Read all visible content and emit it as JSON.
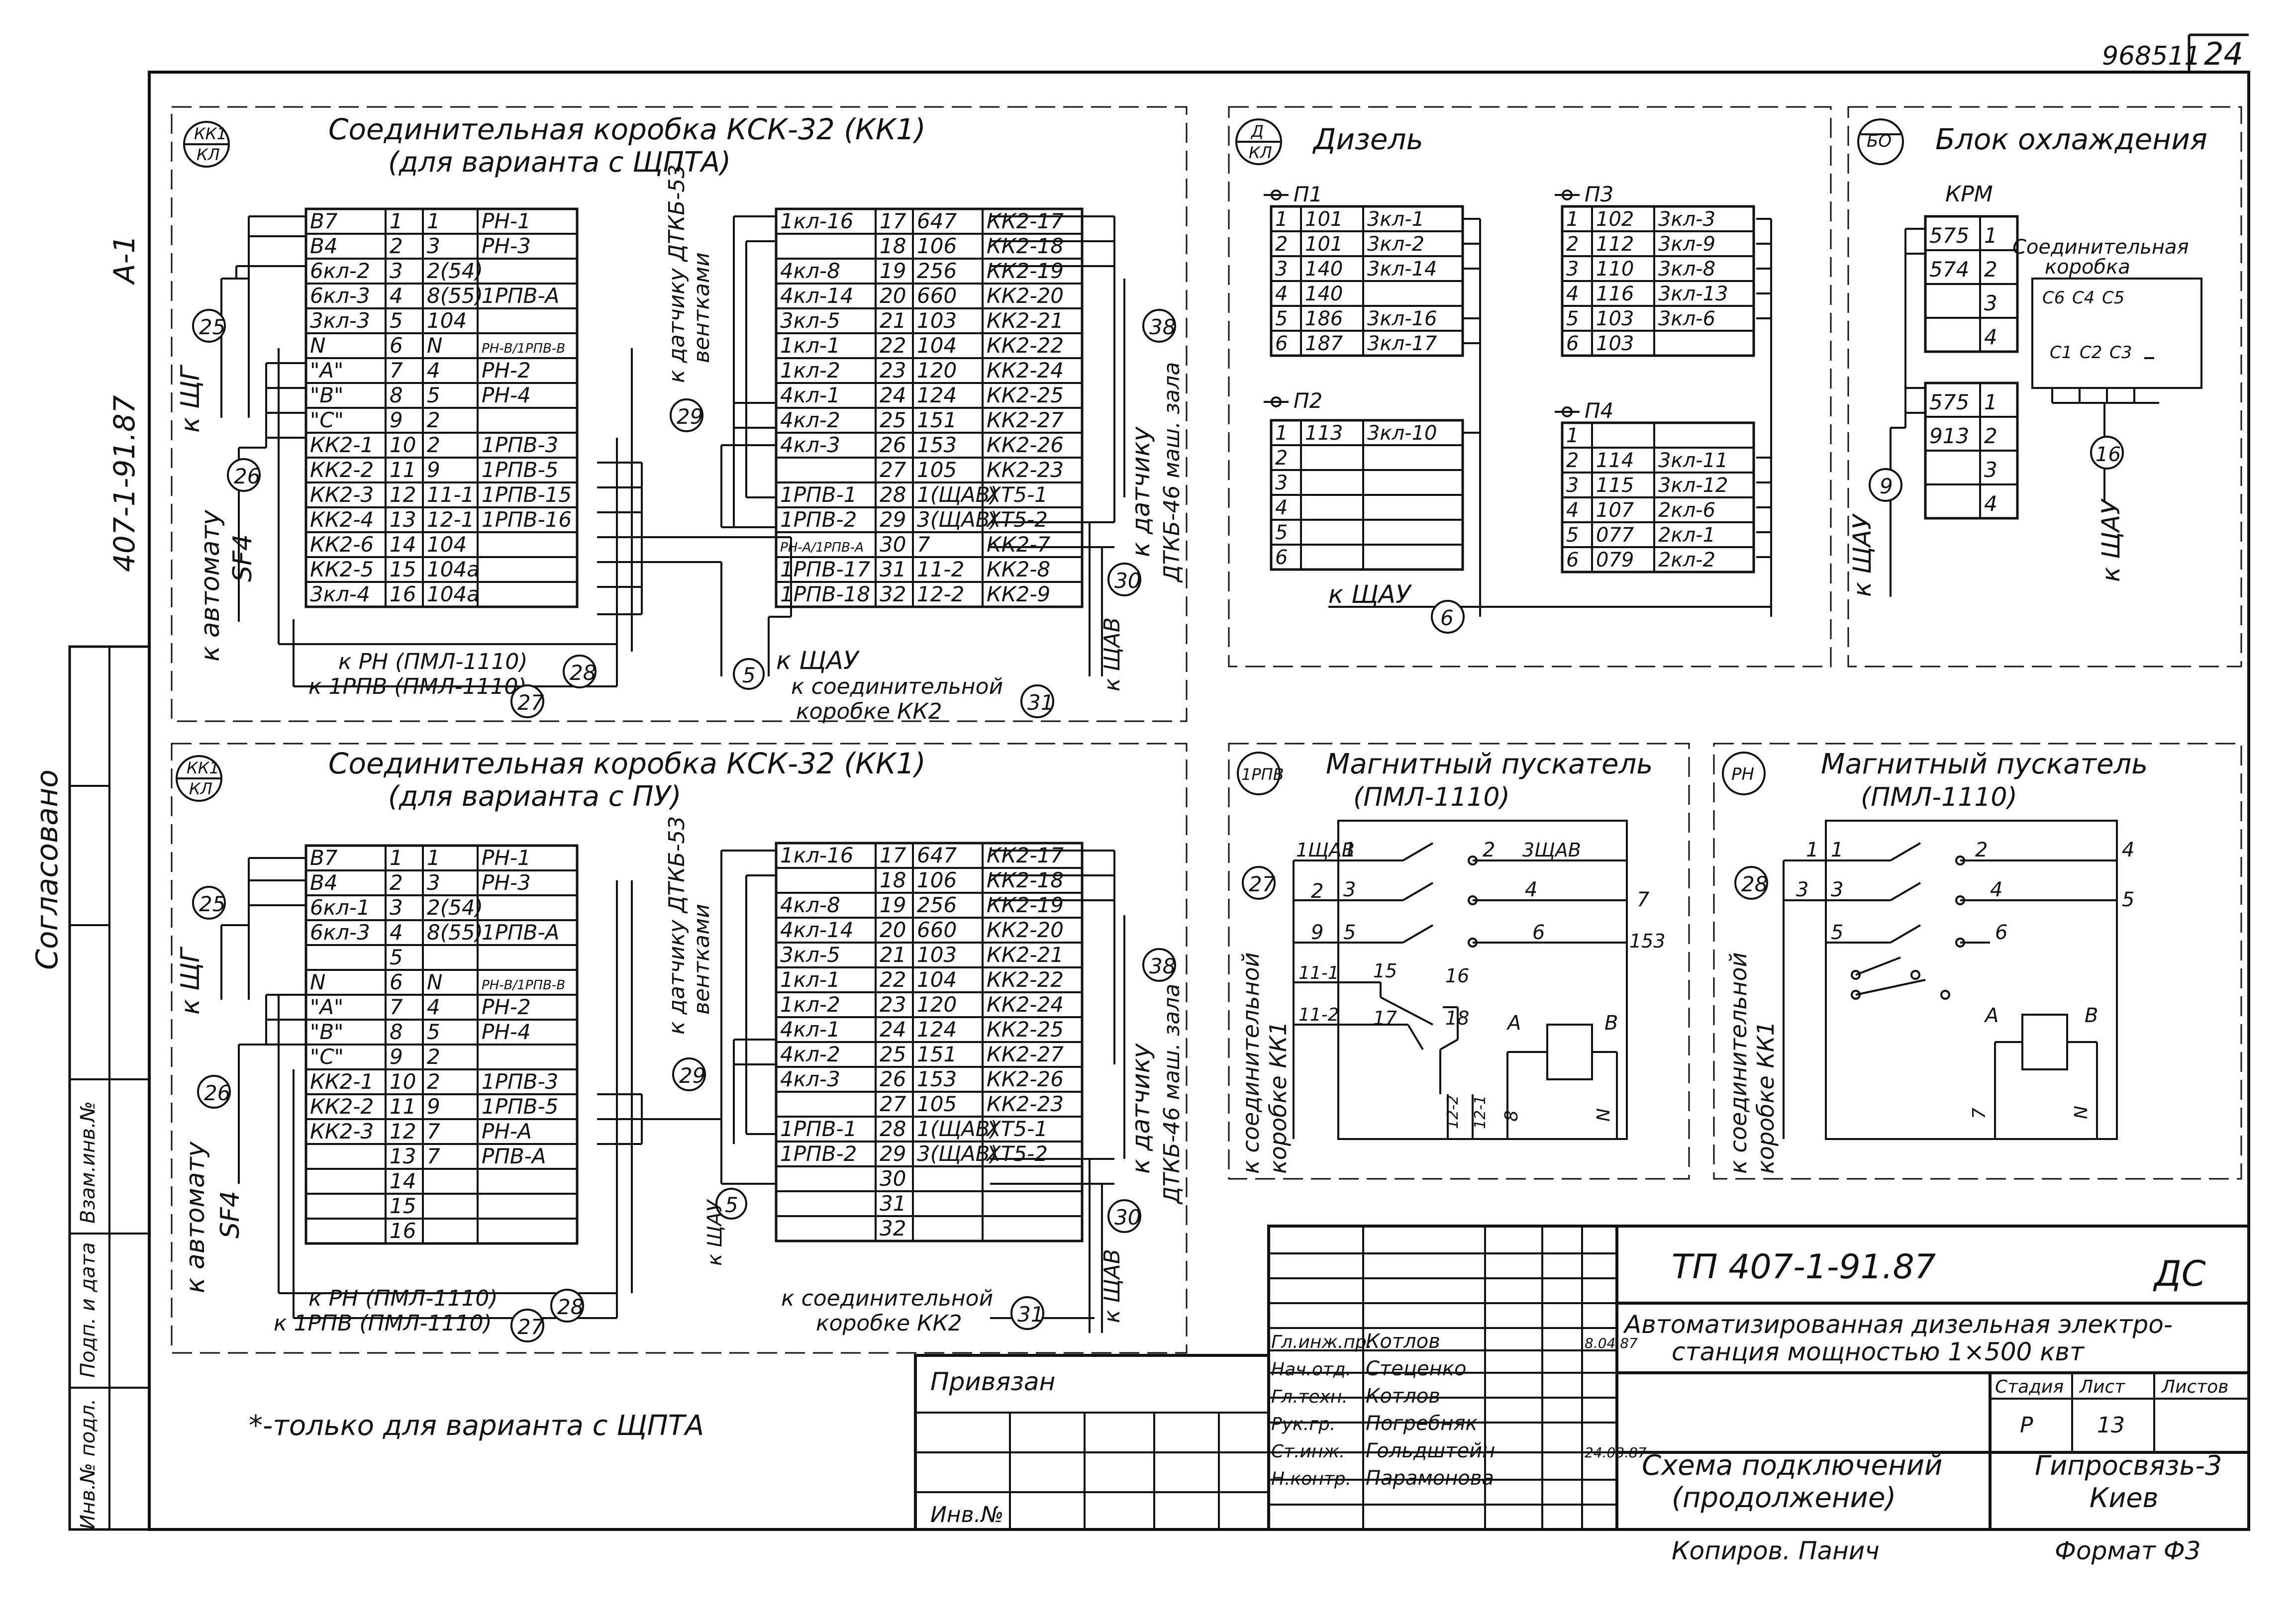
{
  "sheet": {
    "code": "968511",
    "page": "24",
    "side_code": "407-1-91.87",
    "side_sheet": "А-1",
    "soglasovano": "Согласовано",
    "stamp_cols": [
      "Инв.№ подл.",
      "Подп. и дата",
      "Взам.инв.№"
    ]
  },
  "ksk_top": {
    "title": "Соединительная коробка КСК-32 (КК1)",
    "subtitle": "(для варианта с ЩПТА)",
    "badge_top": "КК1",
    "badge_bottom": "КЛ",
    "left_rows": [
      [
        "В7",
        "1",
        "1",
        "РН-1"
      ],
      [
        "В4",
        "2",
        "3",
        "РН-3"
      ],
      [
        "6кл-2",
        "3",
        "2(54)",
        ""
      ],
      [
        "6кл-3",
        "4",
        "8(55)",
        "1РПВ-А"
      ],
      [
        "3кл-3",
        "5",
        "104",
        ""
      ],
      [
        "N",
        "6",
        "N",
        "РН-В/1РПВ-В"
      ],
      [
        "\"А\"",
        "7",
        "4",
        "РН-2"
      ],
      [
        "\"В\"",
        "8",
        "5",
        "РН-4"
      ],
      [
        "\"С\"",
        "9",
        "2",
        ""
      ],
      [
        "КК2-1",
        "10",
        "2",
        "1РПВ-3"
      ],
      [
        "КК2-2",
        "11",
        "9",
        "1РПВ-5"
      ],
      [
        "КК2-3",
        "12",
        "11-1",
        "1РПВ-15"
      ],
      [
        "КК2-4",
        "13",
        "12-1",
        "1РПВ-16"
      ],
      [
        "КК2-6",
        "14",
        "104",
        ""
      ],
      [
        "КК2-5",
        "15",
        "104а",
        ""
      ],
      [
        "3кл-4",
        "16",
        "104а",
        ""
      ]
    ],
    "right_rows": [
      [
        "1кл-16",
        "17",
        "647",
        "КК2-17"
      ],
      [
        "",
        "18",
        "106",
        "КК2-18"
      ],
      [
        "4кл-8",
        "19",
        "256",
        "КК2-19"
      ],
      [
        "4кл-14",
        "20",
        "660",
        "КК2-20"
      ],
      [
        "3кл-5",
        "21",
        "103",
        "КК2-21"
      ],
      [
        "1кл-1",
        "22",
        "104",
        "КК2-22"
      ],
      [
        "1кл-2",
        "23",
        "120",
        "КК2-24"
      ],
      [
        "4кл-1",
        "24",
        "124",
        "КК2-25"
      ],
      [
        "4кл-2",
        "25",
        "151",
        "КК2-27"
      ],
      [
        "4кл-3",
        "26",
        "153",
        "КК2-26"
      ],
      [
        "",
        "27",
        "105",
        "КК2-23"
      ],
      [
        "1РПВ-1",
        "28",
        "1(ЩАВ)",
        "ХТ5-1"
      ],
      [
        "1РПВ-2",
        "29",
        "3(ЩАВ)",
        "ХТ5-2"
      ],
      [
        "РН-А/1РПВ-А",
        "30",
        "7",
        "КК2-7"
      ],
      [
        "1РПВ-17",
        "31",
        "11-2",
        "КК2-8"
      ],
      [
        "1РПВ-18",
        "32",
        "12-2",
        "КК2-9"
      ]
    ],
    "labels": {
      "k_shchg": "к ЩГ",
      "n25": "25",
      "n26": "26",
      "k_avt": "к автомату",
      "sf4": "SF4",
      "k_dat1": "к датчику ДТКБ-53",
      "vent": "вентками",
      "n29": "29",
      "n38": "38",
      "k_dat2": "к датчику",
      "dtkb46": "ДТКБ-46 маш. зала",
      "n30": "30",
      "k_shchav": "к ЩАВ",
      "k_rn": "к РН (ПМЛ-1110)",
      "n28": "28",
      "k_1rpv": "к 1РПВ (ПМЛ-1110)",
      "n27": "27",
      "n5": "5",
      "k_shchau": "к ЩАУ",
      "k_soed": "к соединительной",
      "korobke": "коробке КК2",
      "n31": "31"
    }
  },
  "ksk_bot": {
    "title": "Соединительная коробка КСК-32 (КК1)",
    "subtitle": "(для варианта с ПУ)",
    "badge_top": "КК1",
    "badge_bottom": "КЛ",
    "left_rows": [
      [
        "В7",
        "1",
        "1",
        "РН-1"
      ],
      [
        "В4",
        "2",
        "3",
        "РН-3"
      ],
      [
        "6кл-1",
        "3",
        "2(54)",
        ""
      ],
      [
        "6кл-3",
        "4",
        "8(55)",
        "1РПВ-А"
      ],
      [
        "",
        "5",
        "",
        ""
      ],
      [
        "N",
        "6",
        "N",
        "РН-В/1РПВ-В"
      ],
      [
        "\"А\"",
        "7",
        "4",
        "РН-2"
      ],
      [
        "\"В\"",
        "8",
        "5",
        "РН-4"
      ],
      [
        "\"С\"",
        "9",
        "2",
        ""
      ],
      [
        "КК2-1",
        "10",
        "2",
        "1РПВ-3"
      ],
      [
        "КК2-2",
        "11",
        "9",
        "1РПВ-5"
      ],
      [
        "КК2-3",
        "12",
        "7",
        "РН-А"
      ],
      [
        "",
        "13",
        "7",
        "РПВ-А"
      ],
      [
        "",
        "14",
        "",
        ""
      ],
      [
        "",
        "15",
        "",
        ""
      ],
      [
        "",
        "16",
        "",
        ""
      ]
    ],
    "right_rows": [
      [
        "1кл-16",
        "17",
        "647",
        "КК2-17"
      ],
      [
        "",
        "18",
        "106",
        "КК2-18"
      ],
      [
        "4кл-8",
        "19",
        "256",
        "КК2-19"
      ],
      [
        "4кл-14",
        "20",
        "660",
        "КК2-20"
      ],
      [
        "3кл-5",
        "21",
        "103",
        "КК2-21"
      ],
      [
        "1кл-1",
        "22",
        "104",
        "КК2-22"
      ],
      [
        "1кл-2",
        "23",
        "120",
        "КК2-24"
      ],
      [
        "4кл-1",
        "24",
        "124",
        "КК2-25"
      ],
      [
        "4кл-2",
        "25",
        "151",
        "КК2-27"
      ],
      [
        "4кл-3",
        "26",
        "153",
        "КК2-26"
      ],
      [
        "",
        "27",
        "105",
        "КК2-23"
      ],
      [
        "1РПВ-1",
        "28",
        "1(ЩАВ)",
        "ХТ5-1"
      ],
      [
        "1РПВ-2",
        "29",
        "3(ЩАВ)",
        "ХТ5-2"
      ],
      [
        "",
        "30",
        "",
        ""
      ],
      [
        "",
        "31",
        "",
        ""
      ],
      [
        "",
        "32",
        "",
        ""
      ]
    ],
    "labels": {
      "k_shchg": "к ЩГ",
      "n25": "25",
      "n26": "26",
      "k_avt": "к автомату",
      "sf4": "SF4",
      "k_dat1": "к датчику ДТКБ-53",
      "vent": "вентками",
      "n29": "29",
      "n38": "38",
      "k_dat2": "к датчику",
      "dtkb46": "ДТКБ-46 маш. зала",
      "n30": "30",
      "k_shchav": "к ЩАВ",
      "k_rn": "к РН (ПМЛ-1110)",
      "n28": "28",
      "k_1rpv": "к 1РПВ (ПМЛ-1110)",
      "n27": "27",
      "n5": "5",
      "k_shchau": "к ЩАУ",
      "k_soed": "к соединительной",
      "korobke": "коробке КК2",
      "n31": "31"
    }
  },
  "diesel": {
    "title": "Дизель",
    "badge_top": "Д",
    "badge_bottom": "КЛ",
    "p1": {
      "name": "П1",
      "rows": [
        [
          "1",
          "101",
          "3кл-1"
        ],
        [
          "2",
          "101",
          "3кл-2"
        ],
        [
          "3",
          "140",
          "3кл-14"
        ],
        [
          "4",
          "140",
          ""
        ],
        [
          "5",
          "186",
          "3кл-16"
        ],
        [
          "6",
          "187",
          "3кл-17"
        ]
      ]
    },
    "p2": {
      "name": "П2",
      "rows": [
        [
          "1",
          "113",
          "3кл-10"
        ],
        [
          "2",
          "",
          ""
        ],
        [
          "3",
          "",
          ""
        ],
        [
          "4",
          "",
          ""
        ],
        [
          "5",
          "",
          ""
        ],
        [
          "6",
          "",
          ""
        ]
      ]
    },
    "p3": {
      "name": "П3",
      "rows": [
        [
          "1",
          "102",
          "3кл-3"
        ],
        [
          "2",
          "112",
          "3кл-9"
        ],
        [
          "3",
          "110",
          "3кл-8"
        ],
        [
          "4",
          "116",
          "3кл-13"
        ],
        [
          "5",
          "103",
          "3кл-6"
        ],
        [
          "6",
          "103",
          ""
        ]
      ]
    },
    "p4": {
      "name": "П4",
      "rows": [
        [
          "1",
          "",
          ""
        ],
        [
          "2",
          "114",
          "3кл-11"
        ],
        [
          "3",
          "115",
          "3кл-12"
        ],
        [
          "4",
          "107",
          "2кл-6"
        ],
        [
          "5",
          "077",
          "2кл-1"
        ],
        [
          "6",
          "079",
          "2кл-2"
        ]
      ]
    },
    "k_shchau": "к ЩАУ",
    "n6": "6"
  },
  "cooling": {
    "title": "Блок охлаждения",
    "badge": "БО",
    "krm": "КРМ",
    "t1": [
      [
        "575",
        "1"
      ],
      [
        "574",
        "2"
      ],
      [
        "",
        "3"
      ],
      [
        "",
        "4"
      ]
    ],
    "t2": [
      [
        "575",
        "1"
      ],
      [
        "913",
        "2"
      ],
      [
        "",
        "3"
      ],
      [
        "",
        "4"
      ]
    ],
    "box_title1": "Соединительная",
    "box_title2": "коробка",
    "caps_top": [
      "С6",
      "С4",
      "С5"
    ],
    "caps_bot": [
      "С1",
      "С2",
      "С3"
    ],
    "n9": "9",
    "n16": "16",
    "k_shchau": "к ЩАУ"
  },
  "starter1": {
    "title": "Магнитный пускатель",
    "subtitle": "(ПМЛ-1110)",
    "badge": "1РПВ",
    "n27": "27",
    "side1": "к соединительной",
    "side2": "коробке КК1",
    "w1": "1ЩАВ",
    "w2": "2",
    "w3": "9",
    "w4": "11-1",
    "w5": "11-2",
    "c1": "1",
    "c2": "2",
    "c3": "3",
    "c4": "4",
    "c5": "5",
    "c6": "6",
    "c15": "15",
    "c16": "16",
    "c17": "17",
    "c18": "18",
    "shchav3": "3ЩАВ",
    "r7": "7",
    "r153": "153",
    "a": "А",
    "b": "В",
    "b122": "12-2",
    "b121": "12-1",
    "b8": "8",
    "bn": "N"
  },
  "starter2": {
    "title": "Магнитный пускатель",
    "subtitle": "(ПМЛ-1110)",
    "badge": "РН",
    "n28": "28",
    "side1": "к соединительной",
    "side2": "коробке КК1",
    "w1": "1",
    "w3": "3",
    "r4": "4",
    "r5": "5",
    "c1": "1",
    "c2": "2",
    "c3": "3",
    "c4": "4",
    "c5": "5",
    "c6": "6",
    "a": "А",
    "b": "В",
    "b7": "7",
    "bn": "N"
  },
  "note": "*-только для варианта с ЩПТА",
  "title_block": {
    "doc_code": "ТП 407-1-91.87",
    "doc_type": "ДС",
    "project1": "Автоматизированная дизельная электро-",
    "project2": "станция мощностью 1×500 квт",
    "stadia_h": "Стадия",
    "list_h": "Лист",
    "listov_h": "Листов",
    "stadia": "Р",
    "list": "13",
    "drawing1": "Схема подключений",
    "drawing2": "(продолжение)",
    "org1": "Гипросвязь-3",
    "org2": "Киев",
    "privyazan": "Привязан",
    "inv": "Инв.№",
    "signers": [
      [
        "Гл.инж.пр.",
        "Котлов",
        "8.04.87"
      ],
      [
        "Нач.отд.",
        "Стеценко",
        ""
      ],
      [
        "Гл.техн.",
        "Котлов",
        ""
      ],
      [
        "Рук.гр.",
        "Погребняк",
        ""
      ],
      [
        "Ст.инж.",
        "Гольдштейн",
        "24.03.87"
      ],
      [
        "Н.контр.",
        "Парамонова",
        ""
      ]
    ],
    "copied": "Копиров. Панич",
    "format": "Формат Ф3"
  }
}
